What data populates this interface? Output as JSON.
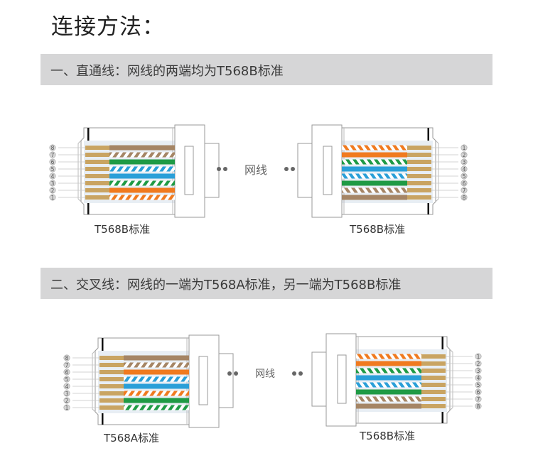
{
  "title": "连接方法：",
  "sections": [
    {
      "heading": "一、直通线：网线的两端均为T568B标准",
      "cable_label": "网线",
      "left": {
        "label": "T568B标准",
        "standard": "T568B",
        "pins_side": "left",
        "pin_order": [
          "8",
          "7",
          "6",
          "5",
          "4",
          "3",
          "2",
          "1"
        ],
        "wires": [
          {
            "pin": "8",
            "color": "brown",
            "striped": false
          },
          {
            "pin": "7",
            "color": "brown",
            "striped": true
          },
          {
            "pin": "6",
            "color": "green",
            "striped": false
          },
          {
            "pin": "5",
            "color": "blue",
            "striped": true
          },
          {
            "pin": "4",
            "color": "blue",
            "striped": false
          },
          {
            "pin": "3",
            "color": "green",
            "striped": true
          },
          {
            "pin": "2",
            "color": "orange",
            "striped": false
          },
          {
            "pin": "1",
            "color": "orange",
            "striped": true
          }
        ]
      },
      "right": {
        "label": "T568B标准",
        "standard": "T568B",
        "pins_side": "right",
        "pin_order": [
          "1",
          "2",
          "3",
          "4",
          "5",
          "6",
          "7",
          "8"
        ],
        "wires": [
          {
            "pin": "1",
            "color": "orange",
            "striped": true
          },
          {
            "pin": "2",
            "color": "orange",
            "striped": false
          },
          {
            "pin": "3",
            "color": "green",
            "striped": true
          },
          {
            "pin": "4",
            "color": "blue",
            "striped": false
          },
          {
            "pin": "5",
            "color": "blue",
            "striped": true
          },
          {
            "pin": "6",
            "color": "green",
            "striped": false
          },
          {
            "pin": "7",
            "color": "brown",
            "striped": true
          },
          {
            "pin": "8",
            "color": "brown",
            "striped": false
          }
        ]
      }
    },
    {
      "heading": "二、交叉线：网线的一端为T568A标准，另一端为T568B标准",
      "cable_label": "网线",
      "left": {
        "label": "T568A标准",
        "standard": "T568A",
        "pins_side": "left",
        "pin_order": [
          "8",
          "7",
          "6",
          "5",
          "4",
          "3",
          "2",
          "1"
        ],
        "wires": [
          {
            "pin": "8",
            "color": "brown",
            "striped": false
          },
          {
            "pin": "7",
            "color": "brown",
            "striped": true
          },
          {
            "pin": "6",
            "color": "orange",
            "striped": false
          },
          {
            "pin": "5",
            "color": "blue",
            "striped": true
          },
          {
            "pin": "4",
            "color": "blue",
            "striped": false
          },
          {
            "pin": "3",
            "color": "orange",
            "striped": true
          },
          {
            "pin": "2",
            "color": "green",
            "striped": false
          },
          {
            "pin": "1",
            "color": "green",
            "striped": true
          }
        ]
      },
      "right": {
        "label": "T568B标准",
        "standard": "T568B",
        "pins_side": "right",
        "pin_order": [
          "1",
          "2",
          "3",
          "4",
          "5",
          "6",
          "7",
          "8"
        ],
        "wires": [
          {
            "pin": "1",
            "color": "orange",
            "striped": true
          },
          {
            "pin": "2",
            "color": "orange",
            "striped": false
          },
          {
            "pin": "3",
            "color": "green",
            "striped": true
          },
          {
            "pin": "4",
            "color": "blue",
            "striped": false
          },
          {
            "pin": "5",
            "color": "blue",
            "striped": true
          },
          {
            "pin": "6",
            "color": "green",
            "striped": false
          },
          {
            "pin": "7",
            "color": "brown",
            "striped": true
          },
          {
            "pin": "8",
            "color": "brown",
            "striped": false
          }
        ]
      }
    }
  ],
  "colors": {
    "orange": "#f07a1f",
    "green": "#1f9a45",
    "blue": "#2a9fd8",
    "brown": "#a58565",
    "gold": "#c9a462",
    "header_bar": "#d6d6d7",
    "pin_circle": "#bdbdbd"
  }
}
